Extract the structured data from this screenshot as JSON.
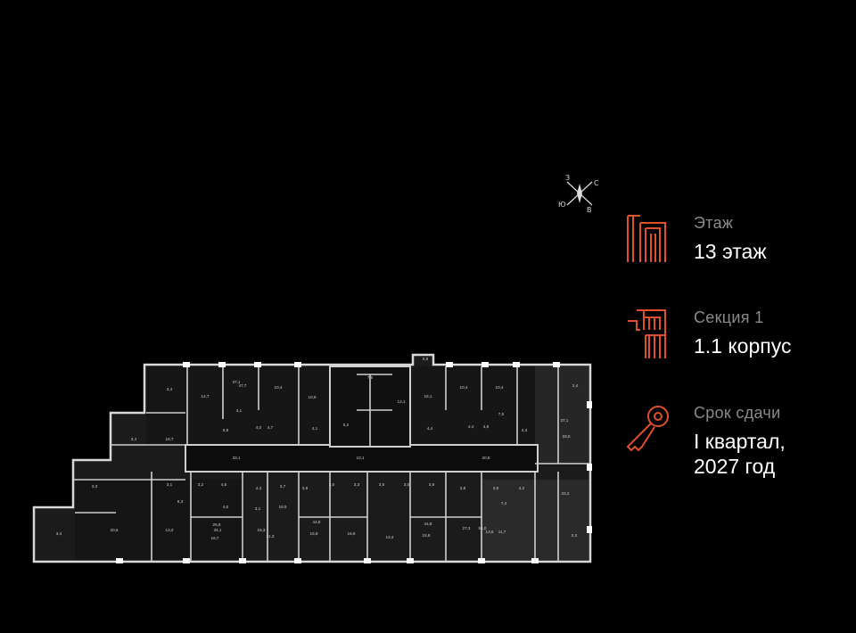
{
  "compass": {
    "n": "С",
    "e": "В",
    "s": "Ю",
    "w": "З"
  },
  "info": {
    "floor": {
      "label": "Этаж",
      "value": "13 этаж",
      "icon": "building-floor-icon"
    },
    "section": {
      "label": "Секция 1",
      "value": "1.1 корпус",
      "icon": "building-section-icon"
    },
    "delivery": {
      "label": "Срок сдачи",
      "value_line1": "I квартал,",
      "value_line2": "2027 год",
      "icon": "key-icon"
    }
  },
  "accent_color": "#e0502a",
  "plan": {
    "labels": [
      "7,6",
      "0,8",
      "3,4",
      "14,7",
      "37,1",
      "47,7",
      "10,4",
      "10,9",
      "10,4",
      "10,4",
      "2,4",
      "16,1",
      "13,1",
      "3,4",
      "18,7",
      "5,8",
      "4,0",
      "4,7",
      "4,1",
      "5,2",
      "4,1",
      "7,5",
      "37,1",
      "4,4",
      "4,4",
      "4,5",
      "4,3",
      "33,0",
      "33,1",
      "10,1",
      "20,8",
      "3,3",
      "3,1",
      "3,2",
      "4,6",
      "4,3",
      "3,7",
      "3,9",
      "3,0",
      "3,3",
      "3,5",
      "3,0",
      "3,9",
      "3,8",
      "3,8",
      "4,2",
      "6,3",
      "4,0",
      "3,1",
      "18,5",
      "7,4",
      "33,2",
      "3,4",
      "20,6",
      "13,2",
      "25,8",
      "16,7",
      "15,3",
      "15,8",
      "44,8",
      "16,6",
      "14,4",
      "15,8",
      "44,8",
      "13,6",
      "27,3",
      "54,0",
      "11,7",
      "2,3",
      "34,1",
      "31,3"
    ]
  }
}
